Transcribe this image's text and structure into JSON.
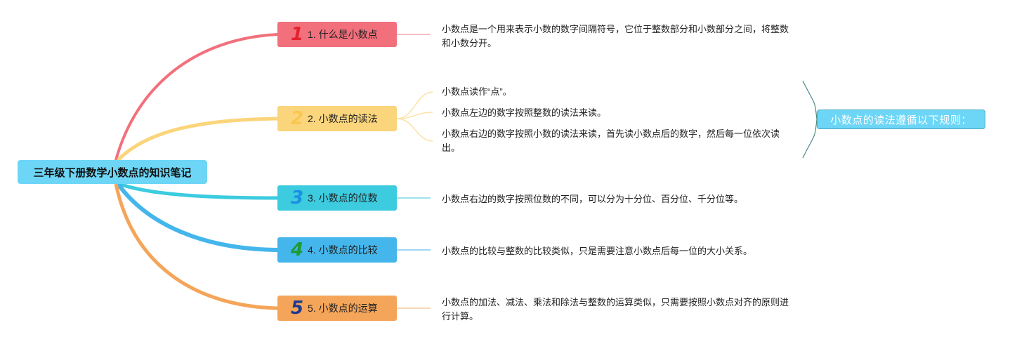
{
  "root": {
    "title": "三年级下册数学小数点的知识笔记"
  },
  "topics": [
    {
      "num": "1",
      "label": "1. 什么是小数点",
      "color": "#f2707c",
      "num_color": "#e3212d",
      "notes": [
        "小数点是一个用来表示小数的数字间隔符号，它位于整数部分和小数部分之间，将整数和小数分开。"
      ]
    },
    {
      "num": "2",
      "label": "2. 小数点的读法",
      "color": "#fbd57b",
      "num_color": "#f9c74f",
      "notes": [
        "小数点读作“点”。",
        "小数点左边的数字按照整数的读法来读。",
        "小数点右边的数字按照小数的读法来读，首先读小数点后的数字，然后每一位依次读出。"
      ]
    },
    {
      "num": "3",
      "label": "3. 小数点的位数",
      "color": "#3ccbdf",
      "num_color": "#1b8fe0",
      "notes": [
        "小数点右边的数字按照位数的不同，可以分为十分位、百分位、千分位等。"
      ]
    },
    {
      "num": "4",
      "label": "4. 小数点的比较",
      "color": "#44b6ec",
      "num_color": "#1f9a33",
      "notes": [
        "小数点的比较与整数的比较类似，只是需要注意小数点后每一位的大小关系。"
      ]
    },
    {
      "num": "5",
      "label": "5. 小数点的运算",
      "color": "#f5a55a",
      "num_color": "#1f3b8f",
      "notes": [
        "小数点的加法、减法、乘法和除法与整数的运算类似，只需要按照小数点对齐的原则进行计算。"
      ]
    }
  ],
  "summary": {
    "label": "小数点的读法遵循以下规则："
  }
}
